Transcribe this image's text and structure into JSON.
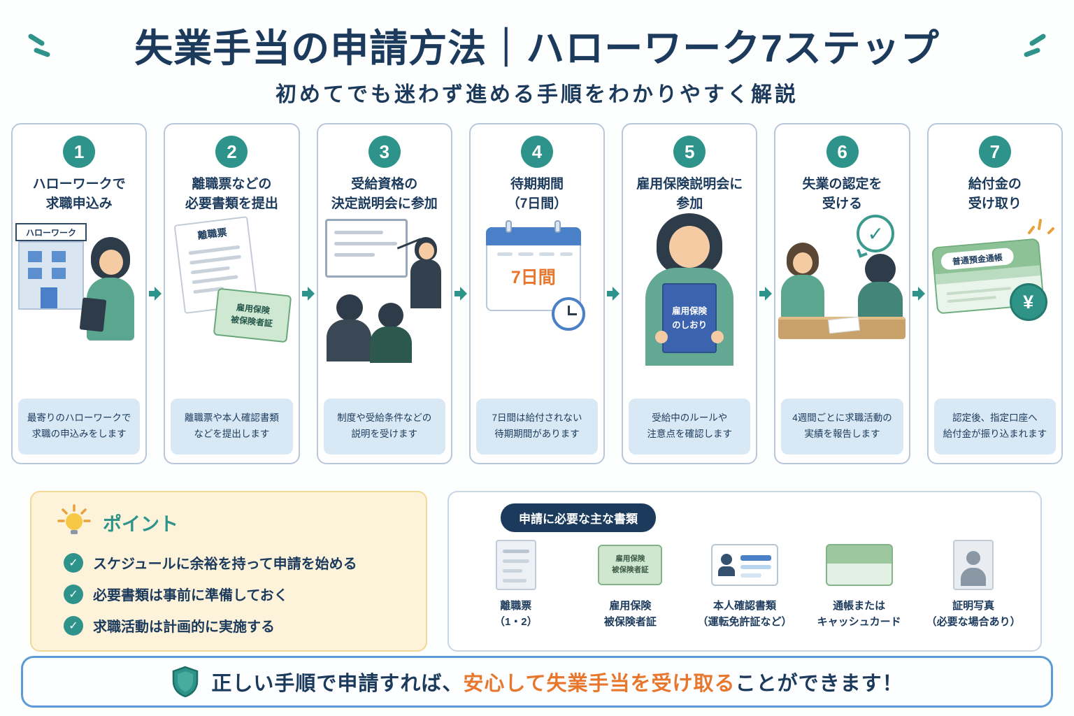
{
  "header": {
    "title": "失業手当の申請方法｜ハローワーク7ステップ",
    "subtitle": "初めてでも迷わず進める手順をわかりやすく解説"
  },
  "icons": {
    "check": "✓"
  },
  "steps": [
    {
      "number": "1",
      "title": "ハローワークで\n求職申込み",
      "description": "最寄りのハローワークで\n求職の申込みをします",
      "labels": {
        "building_sign": "ハローワーク"
      }
    },
    {
      "number": "2",
      "title": "離職票などの\n必要書類を提出",
      "description": "離職票や本人確認書類\nなどを提出します",
      "labels": {
        "paper_title": "離職票",
        "card_text": "雇用保険\n被保険者証"
      }
    },
    {
      "number": "3",
      "title": "受給資格の\n決定説明会に参加",
      "description": "制度や受給条件などの\n説明を受けます",
      "labels": {}
    },
    {
      "number": "4",
      "title": "待期期間\n（7日間）",
      "description": "7日間は給付されない\n待期期間があります",
      "labels": {
        "calendar_text": "7日間"
      }
    },
    {
      "number": "5",
      "title": "雇用保険説明会に\n参加",
      "description": "受給中のルールや\n注意点を確認します",
      "labels": {
        "book_text": "雇用保険\nのしおり"
      }
    },
    {
      "number": "6",
      "title": "失業の認定を\n受ける",
      "description": "4週間ごとに求職活動の\n実績を報告します",
      "labels": {}
    },
    {
      "number": "7",
      "title": "給付金の\n受け取り",
      "description": "認定後、指定口座へ\n給付金が振り込まれます",
      "labels": {
        "passbook_text": "普通預金通帳",
        "coin_text": "¥"
      }
    }
  ],
  "points": {
    "title": "ポイント",
    "items": [
      "スケジュールに余裕を持って申請を始める",
      "必要書類は事前に準備しておく",
      "求職活動は計画的に実施する"
    ]
  },
  "documents": {
    "badge": "申請に必要な主な書類",
    "items": [
      {
        "label": "離職票\n（1・2）"
      },
      {
        "label": "雇用保険\n被保険者証",
        "icon_text": "雇用保険\n被保険者証"
      },
      {
        "label": "本人確認書類\n（運転免許証など）"
      },
      {
        "label": "通帳または\nキャッシュカード"
      },
      {
        "label": "証明写真\n（必要な場合あり）"
      }
    ]
  },
  "footer": {
    "pre": "正しい手順で申請すれば、",
    "highlight": "安心して失業手当を受け取る",
    "post": "ことができます！"
  }
}
